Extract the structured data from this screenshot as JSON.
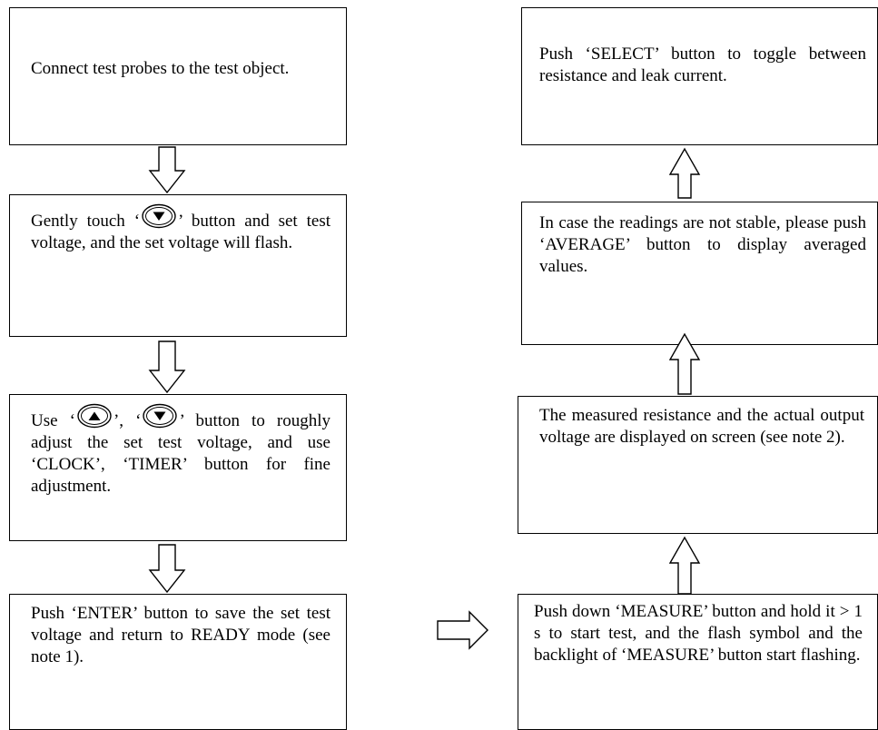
{
  "left_steps": {
    "step1": {
      "text": "Connect test probes to the test object."
    },
    "step2": {
      "part1": "Gently touch",
      "part2": "button and set",
      "part3": "test voltage, and the set voltage will flash.",
      "button_icon": "down-triangle-button-icon"
    },
    "step3": {
      "part1": "Use",
      "part2": "button to roughly adjust the set test voltage, and use ‘CLOCK’, ‘TIMER’ button for fine adjustment.",
      "button_icons": [
        "up-triangle-button-icon",
        "down-triangle-button-icon"
      ]
    },
    "step4": {
      "text": "Push ‘ENTER’ button to save the set test voltage and return to READY mode (see note 1)."
    }
  },
  "right_steps": {
    "step5": {
      "text": "Push down ‘MEASURE’ button and hold it > 1 s to start test, and the flash symbol and the backlight of ‘MEASURE’ button start flashing."
    },
    "step6": {
      "text": "The measured resistance and the actual output voltage are displayed on screen (see note 2)."
    },
    "step7": {
      "text": "In case the readings are not stable, please push ‘AVERAGE’ button to display averaged values."
    },
    "step8": {
      "text": "Push ‘SELECT’ button to toggle between resistance and leak current."
    }
  }
}
